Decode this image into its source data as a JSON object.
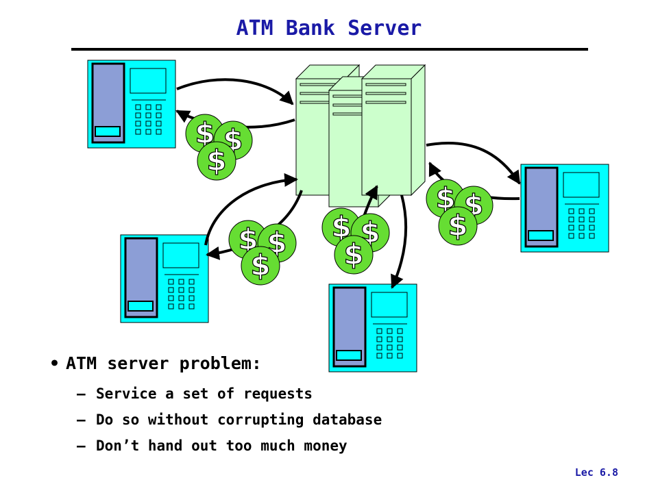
{
  "slide": {
    "title": "ATM Bank Server",
    "bullet": "ATM server problem:",
    "subbullets": [
      "Service a set of requests",
      "Do so without corrupting database",
      "Don’t hand out too much money"
    ],
    "footer": "Lec 6.8"
  },
  "diagram": {
    "server_count": 3,
    "atm_count": 4,
    "coin_symbol": "$",
    "colors": {
      "title": "#1a1aa6",
      "atm_body": "#00ffff",
      "atm_door": "#8c9ed6",
      "server": "#ccffcc",
      "coin": "#66dd33",
      "arrows": "#000000"
    }
  }
}
